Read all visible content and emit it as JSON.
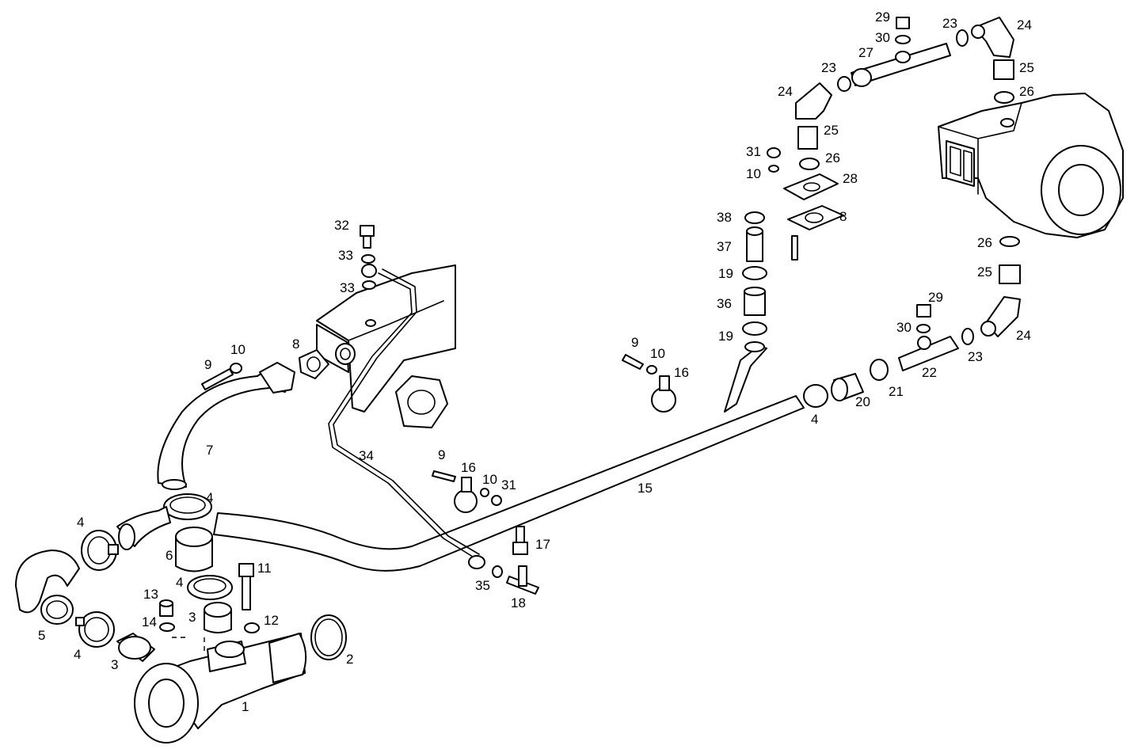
{
  "labels": {
    "l1": "1",
    "l2": "2",
    "l3a": "3",
    "l3b": "3",
    "l4a": "4",
    "l4b": "4",
    "l4c": "4",
    "l4d": "4",
    "l4e": "4",
    "l5": "5",
    "l6": "6",
    "l7": "7",
    "l8a": "8",
    "l8b": "8",
    "l9a": "9",
    "l9b": "9",
    "l9c": "9",
    "l10a": "10",
    "l10b": "10",
    "l10c": "10",
    "l10d": "10",
    "l11": "11",
    "l12": "12",
    "l13": "13",
    "l14": "14",
    "l15": "15",
    "l16a": "16",
    "l16b": "16",
    "l17": "17",
    "l18": "18",
    "l19a": "19",
    "l19b": "19",
    "l20": "20",
    "l21": "21",
    "l22": "22",
    "l23a": "23",
    "l23b": "23",
    "l23c": "23",
    "l24a": "24",
    "l24b": "24",
    "l24c": "24",
    "l25a": "25",
    "l25b": "25",
    "l25c": "25",
    "l26a": "26",
    "l26b": "26",
    "l26c": "26",
    "l27": "27",
    "l28": "28",
    "l29a": "29",
    "l29b": "29",
    "l30a": "30",
    "l30b": "30",
    "l31a": "31",
    "l31b": "31",
    "l32": "32",
    "l33a": "33",
    "l33b": "33",
    "l34": "34",
    "l35": "35",
    "l36": "36",
    "l37": "37",
    "l38": "38"
  }
}
